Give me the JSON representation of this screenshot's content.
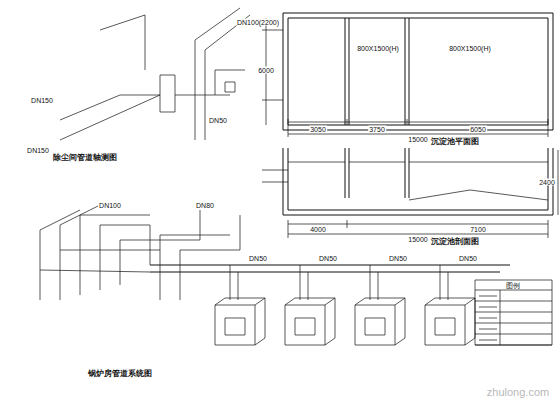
{
  "diagram": {
    "labels": [
      "除尘间管道轴测图",
      "沉淀池平面图",
      "沉淀池剖面图",
      "锅炉房管道系统图",
      "DN150",
      "DN100(2200)",
      "DN50",
      "DN150",
      "800X1500(H)",
      "800X1500(H)",
      "3050",
      "3750",
      "6050",
      "15000",
      "6000",
      "4000",
      "7100",
      "15000",
      "2400",
      "DN50",
      "DN50",
      "DN50",
      "DN50",
      "DN80",
      "DN100",
      "图例",
      "zhulong.com"
    ]
  }
}
